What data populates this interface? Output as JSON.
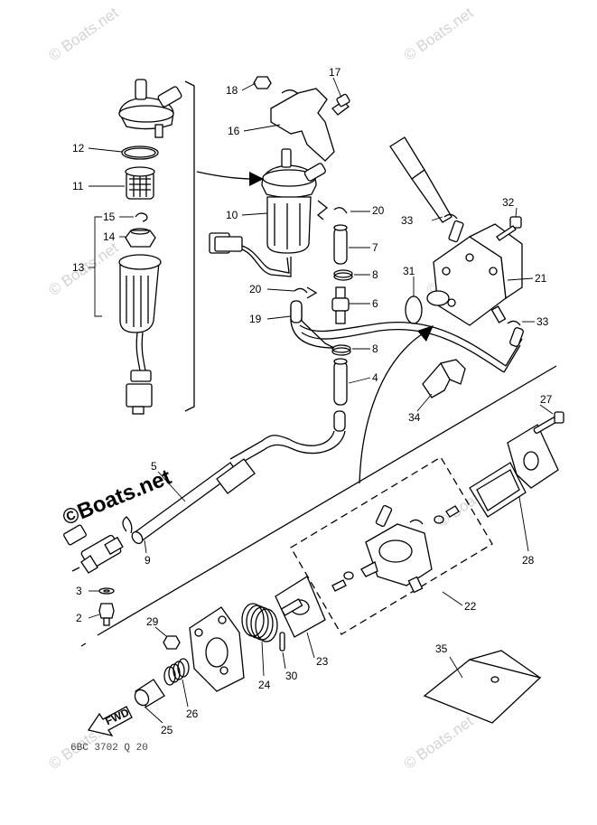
{
  "watermark": {
    "text": "© Boats.net",
    "brand_text": "©Boats.net"
  },
  "reference_code": "6BC 3702 Q 20",
  "fwd_label": "FWD",
  "callouts": [
    "2",
    "3",
    "4",
    "5",
    "6",
    "7",
    "8",
    "9",
    "10",
    "11",
    "12",
    "13",
    "14",
    "15",
    "16",
    "17",
    "18",
    "19",
    "20",
    "21",
    "22",
    "23",
    "24",
    "25",
    "26",
    "27",
    "28",
    "29",
    "30",
    "31",
    "32",
    "33",
    "34",
    "35"
  ],
  "colors": {
    "line": "#000000",
    "watermark": "#d4d4d4",
    "background": "#ffffff"
  }
}
